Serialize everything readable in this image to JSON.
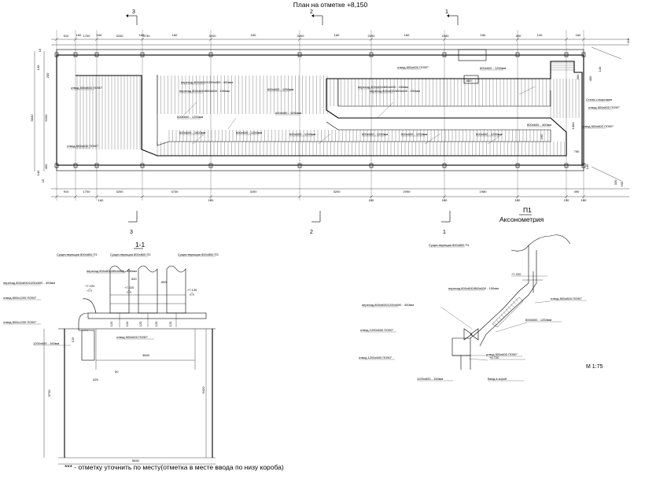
{
  "plan": {
    "title": "План на отметке +8,150",
    "section_marks": [
      "3",
      "2",
      "1"
    ],
    "axis_labels": [
      "3",
      "2",
      "1"
    ],
    "top_dims": [
      "910",
      "160",
      "1700",
      "160",
      "3200",
      "160",
      "3730",
      "160",
      "3200",
      "160",
      "3200",
      "160",
      "2090",
      "160",
      "1980",
      "160",
      "490",
      "140",
      "160"
    ],
    "bottom_dims": [
      "910",
      "1700",
      "3200",
      "3730",
      "3200",
      "3200",
      "2090",
      "1980",
      "490"
    ],
    "bottom_dims_2": [
      "160",
      "160",
      "160",
      "160",
      "160",
      "190",
      "160"
    ],
    "left_dims": [
      "15",
      "140",
      "200",
      "5840",
      "5200",
      "400",
      "140",
      "15"
    ],
    "right_dims": [
      "110",
      "140",
      "400",
      "160",
      "140",
      "330"
    ],
    "inner_dims": [
      "800",
      "300",
      "750",
      "160",
      "1000"
    ],
    "labels": [
      "отвод 800х800 ПО90°",
      "переход 800х600/1200х600 - 400мм",
      "переход 800х600/800х600 - 150мм",
      "600х600 - 1250мм",
      "600х600 - 1600мм",
      "600х600 - 1250мм",
      "600х600 - 1250мм",
      "600х600 - 1250мм",
      "600х600 - 1250мм",
      "600х600 - 1250мм",
      "отвод 800х600 ПО90°",
      "переход 800х600/600х600 - 150мм",
      "переход 800х600/800х600 - 150мм",
      "600х600 - 1250мм",
      "отвод 800х800 ПО90°",
      "600х600 - 1250мм",
      "600х600 - 1250мм",
      "Стена с воротами",
      "отвод 800х800 ПО90°",
      "отвод 800х800 ПО90°",
      "800х600 - 400мм"
    ]
  },
  "section11": {
    "title": "1-1",
    "labels": [
      "Существующая 800х800 П1",
      "Существующая 800х800 П2",
      "Существующая 800х800 П3",
      "переход 800х800/800х600 - 150мм",
      "переход 800х600/1200х600 - 400мм",
      "отвод 800х1200 ПО90°",
      "отвод 800х1200 ПО90°",
      "1200х600 - 160мм",
      "отвод 800х600 ПО90°"
    ],
    "levels": [
      "+7.220",
      "+7.220",
      "+7.130"
    ],
    "dims": [
      "500",
      "650",
      "120",
      "120",
      "120",
      "120",
      "120",
      "120",
      "3840",
      "425",
      "50",
      "6730",
      "6420",
      "5840"
    ]
  },
  "axon": {
    "title": "П1",
    "subtitle": "Аксонометрия",
    "labels": [
      "Существующая 800х800 П1",
      "переход 800х600/800х600 - 150мм",
      "+7.220",
      "отвод 800х800 ПО90°",
      "переход 800х600/1200х600 - 400мм",
      "600х600 - 1250мм",
      "отвод 1200х600 ПО90°",
      "отвод 1200х600 ПО90°",
      "отвод 800х600 ПО90°",
      "+6.720",
      "1200х600 - 160мм",
      "Ввод в короб"
    ],
    "scale": "М 1:75"
  },
  "footnote": "*** - отметку уточнить по месту(отметка в месте ввода по низу короба)"
}
